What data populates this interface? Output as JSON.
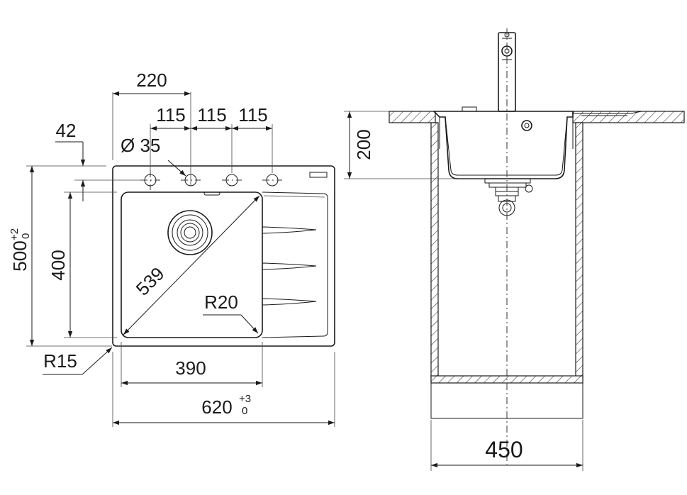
{
  "top_view": {
    "dim_220": "220",
    "dim_115_a": "115",
    "dim_115_b": "115",
    "dim_115_c": "115",
    "dim_42": "42",
    "hole_diameter": "Ø 35",
    "dim_500": "500",
    "dim_500_tol_upper": "+2",
    "dim_500_tol_lower": "0",
    "dim_400": "400",
    "diagonal_539": "539",
    "radius_r20": "R20",
    "radius_r15": "R15",
    "dim_390": "390",
    "dim_620": "620",
    "dim_620_tol_upper": "+3",
    "dim_620_tol_lower": "0"
  },
  "side_view": {
    "dim_200": "200",
    "dim_450": "450"
  }
}
